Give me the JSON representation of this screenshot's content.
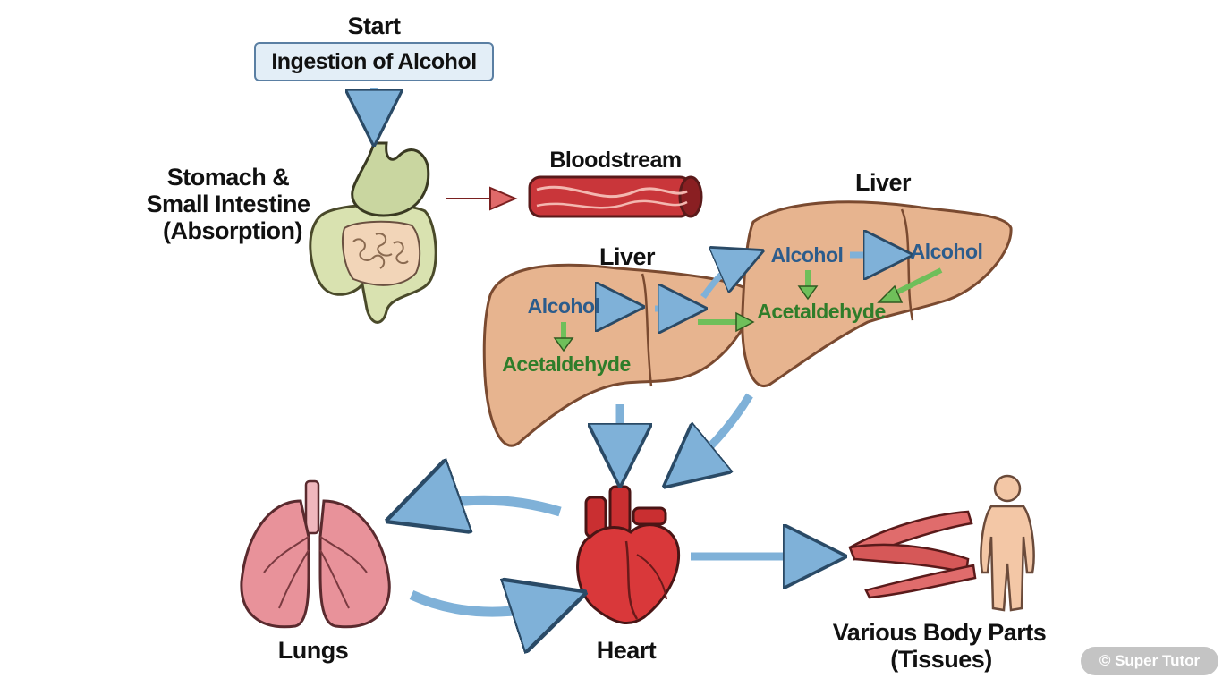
{
  "start": {
    "heading": "Start",
    "box": "Ingestion of Alcohol"
  },
  "digestive": {
    "line1": "Stomach &",
    "line2": "Small Intestine",
    "line3": "(Absorption)"
  },
  "bloodstream": "Bloodstream",
  "liver_left": {
    "title": "Liver",
    "alcohol": "Alcohol",
    "acetaldehyde": "Acetaldehyde"
  },
  "liver_right": {
    "title": "Liver",
    "alcohol_left": "Alcohol",
    "alcohol_right": "Alcohol",
    "acetaldehyde": "Acetaldehyde"
  },
  "heart": "Heart",
  "lungs": "Lungs",
  "body": {
    "line1": "Various Body Parts",
    "line2": "(Tissues)"
  },
  "watermark": "© Super Tutor",
  "colors": {
    "flow_arrow": "#7fb1d8",
    "reaction_arrow": "#6fbf5a",
    "absorption_arrow": "#e06a6a",
    "alcohol_text": "#2c5c8c",
    "acetaldehyde_text": "#2f7d2a",
    "liver": "#e7b48f",
    "heart": "#d9383a",
    "lungs": "#e8929a"
  }
}
